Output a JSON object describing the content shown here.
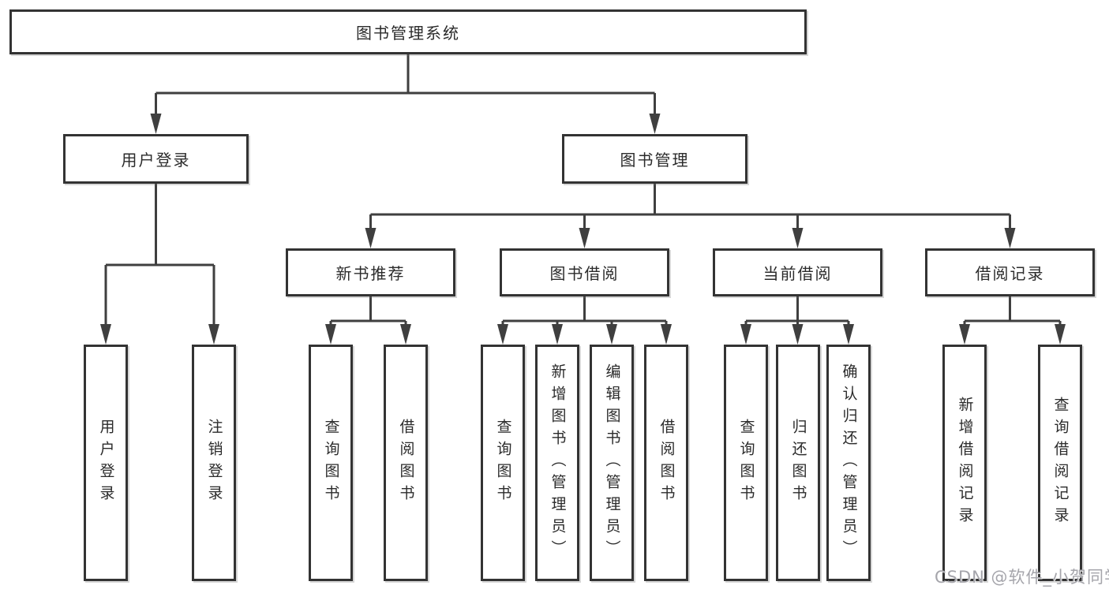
{
  "root": {
    "label": "图书管理系统"
  },
  "level2": {
    "user_login": "用户登录",
    "book_management": "图书管理"
  },
  "level3": {
    "new_book_recommendation": "新书推荐",
    "book_borrowing": "图书借阅",
    "current_borrowing": "当前借阅",
    "borrowing_records": "借阅记录"
  },
  "leaves": {
    "user_login_group": [
      "用户登录",
      "注销登录"
    ],
    "new_book_recommendation_group": [
      "查询图书",
      "借阅图书"
    ],
    "book_borrowing_group": [
      "查询图书",
      "新增图书（管理员）",
      "编辑图书（管理员）",
      "借阅图书"
    ],
    "current_borrowing_group": [
      "查询图书",
      "归还图书",
      "确认归还（管理员）"
    ],
    "borrowing_records_group": [
      "新增借阅记录",
      "查询借阅记录"
    ]
  },
  "watermark": {
    "text": "CSDN @软件_小贺同学"
  },
  "colors": {
    "line": "#3f3f3f",
    "box_border": "#333333",
    "box_fill": "#ffffff",
    "text": "#2b2b2b",
    "watermark": "#a5a5ab",
    "background": "#ffffff"
  }
}
